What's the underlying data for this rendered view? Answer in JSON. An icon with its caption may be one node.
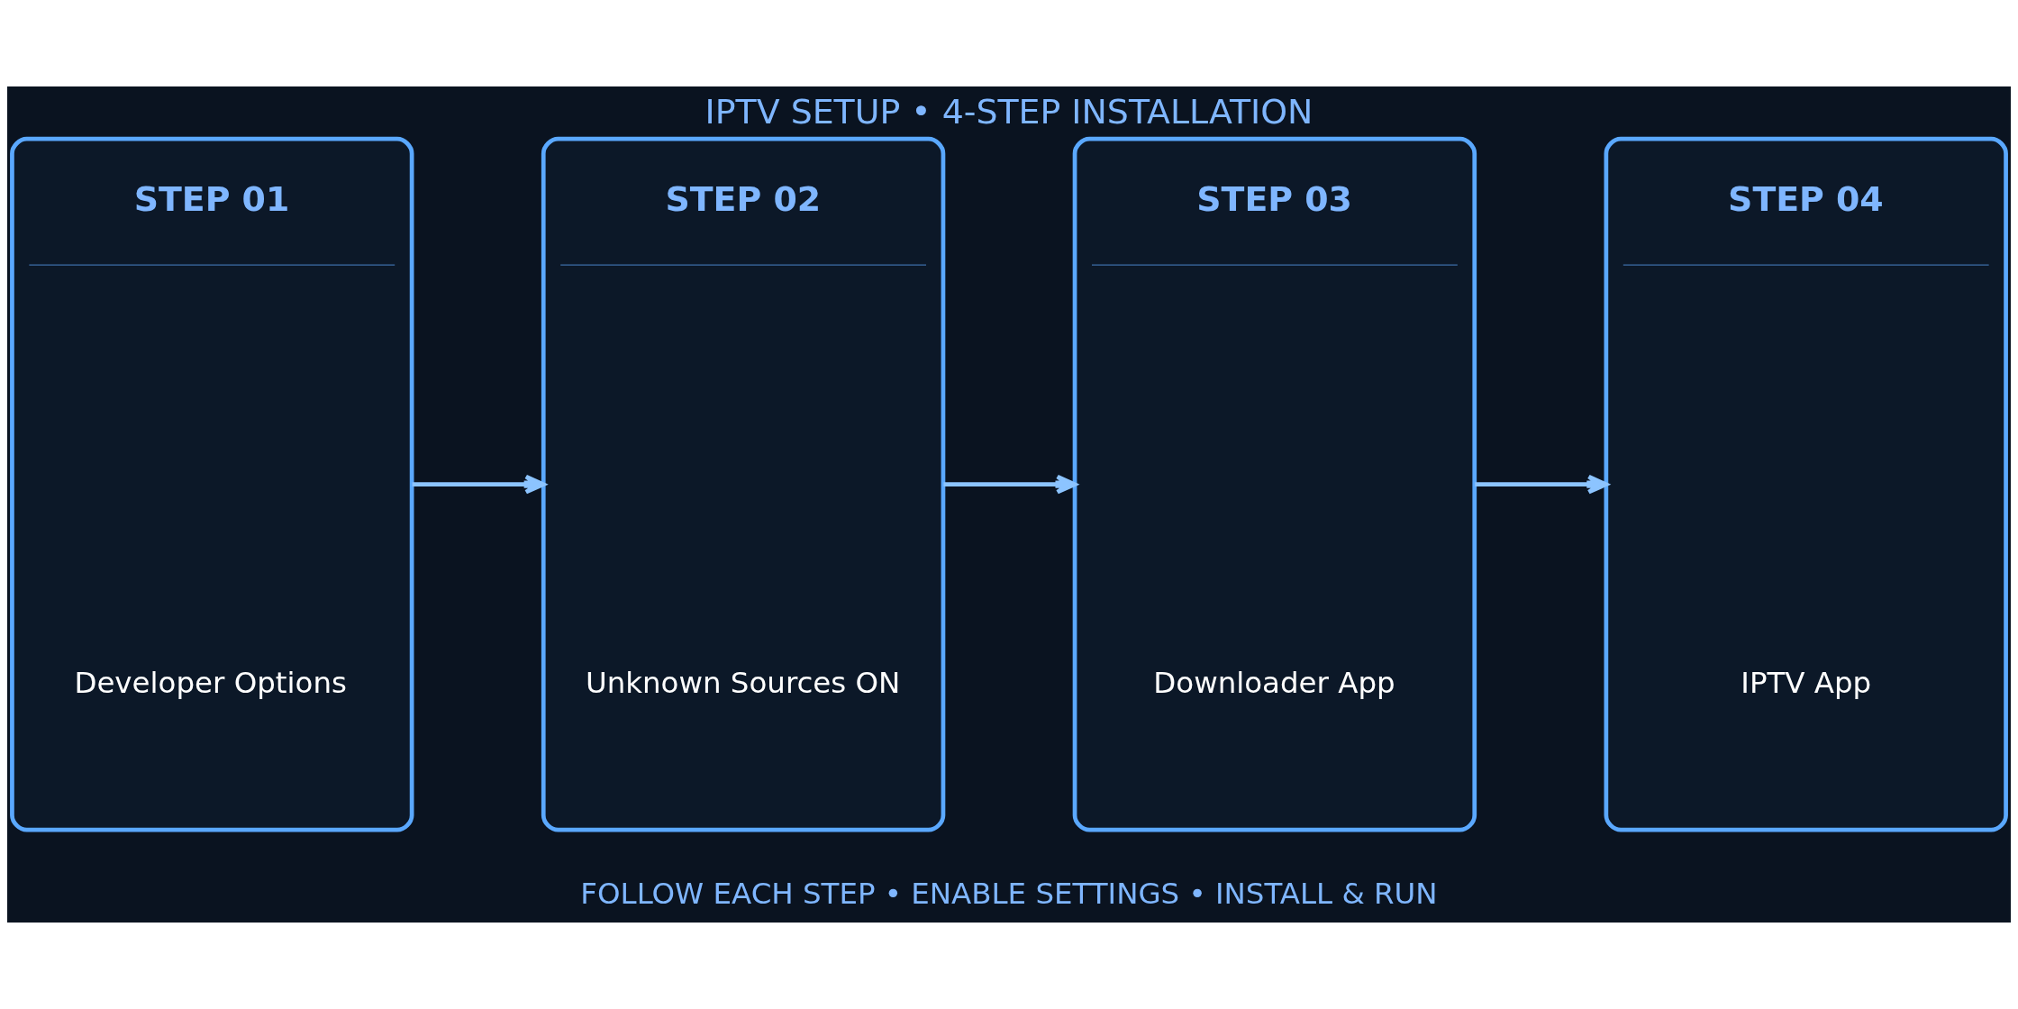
{
  "diagram": {
    "title": "IPTV SETUP • 4-STEP INSTALLATION",
    "caption": "FOLLOW EACH STEP • ENABLE SETTINGS • INSTALL & RUN",
    "nodes": [
      {
        "text": [
          "STEP 01",
          "Developer Options"
        ]
      },
      {
        "text": [
          "STEP 02",
          "Unknown Sources ON"
        ]
      },
      {
        "text": [
          "STEP 03",
          "Downloader App"
        ]
      },
      {
        "text": [
          "STEP 04",
          "IPTV App"
        ]
      }
    ],
    "edges": [
      {
        "from": 0,
        "to": 1,
        "arrow": "to"
      },
      {
        "from": 1,
        "to": 2,
        "arrow": "to"
      },
      {
        "from": 2,
        "to": 3,
        "arrow": "to"
      }
    ]
  }
}
